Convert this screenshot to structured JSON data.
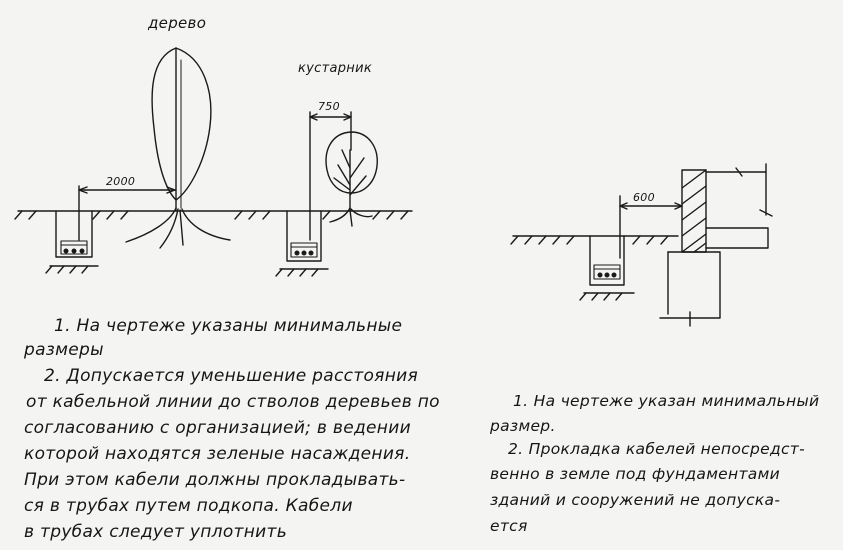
{
  "left_figure": {
    "tree_label": "дерево",
    "shrub_label": "кустарник",
    "dim_tree": "2000",
    "dim_shrub": "750"
  },
  "right_figure": {
    "dim_foundation": "600"
  },
  "left_notes": [
    "1. На чертеже указаны минимальные",
    "размеры",
    "2. Допускается уменьшение расстояния",
    "от кабельной линии до стволов деревьев по",
    "согласованию с организацией; в ведении",
    "которой находятся зеленые насаждения.",
    "При этом кабели должны прокладывать-",
    "ся в трубах путем подкопа. Кабели",
    "в трубах следует уплотнить"
  ],
  "right_notes": [
    "1. На чертеже указан минимальный",
    "размер.",
    "2. Прокладка кабелей непосредст-",
    "венно в земле под фундаментами",
    "зданий и сооружений не допуска-",
    "ется"
  ]
}
